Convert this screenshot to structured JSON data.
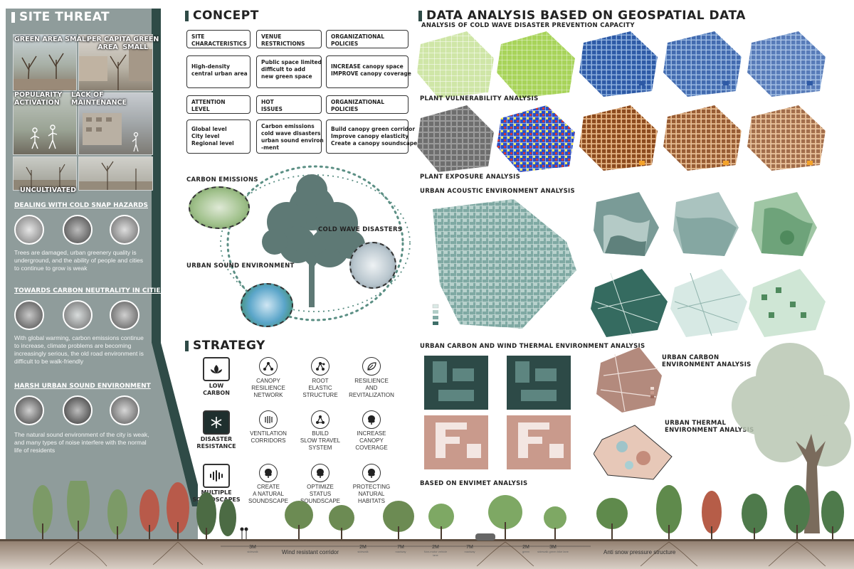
{
  "site_threat": {
    "title": "SITE THREAT",
    "photo_labels": {
      "green_area_small": "GREEN AREA SMALL",
      "per_capita_green": "PER CAPITA GREEN\nAREA  SMALL",
      "popularity": "POPULARITY\nACTIVATION",
      "lack_maintenance": "LACK OF\nMAINTENANCE",
      "uncultivated": "UNCULTIVATED"
    },
    "sections": [
      {
        "heading": "DEALING WITH COLD SNAP HAZARDS",
        "text": "Trees are damaged, urban greenery quality is underground, and the ability of people and cities to continue to grow is weak"
      },
      {
        "heading": "TOWARDS CARBON NEUTRALITY IN CITIES",
        "text": "With global warming, carbon emissions continue to increase, climate problems are becoming increasingly serious, the old road environment is difficult to be walk-friendly"
      },
      {
        "heading": "HARSH URBAN SOUND ENVIRONMENT",
        "text": "The natural sound environment of the city is weak, and many types of noise interfere with the normal life of residents"
      }
    ]
  },
  "concept": {
    "title": "CONCEPT",
    "boxes": {
      "site_characteristics": "SITE\nCHARACTERISTICS",
      "venue_restrictions": "VENUE\nRESTRICTIONS",
      "organizational_policies_1": "ORGANIZATIONAL\nPOLICIES",
      "high_density": "High-density\ncentral urban area",
      "public_space": "Public space limited\ndifficult to add\nnew green space",
      "increase_canopy": "INCREASE canopy space\nIMPROVE canopy coverage",
      "attention_level": "ATTENTION\nLEVEL",
      "hot_issues": "HOT\nISSUES",
      "organizational_policies_2": "ORGANIZATIONAL\nPOLICIES",
      "levels": "Global level\nCity level\nRegional level",
      "carbon_emissions_list": "Carbon emissions\ncold wave disasters\nurban sound environ\n-ment",
      "build_canopy": "Build canopy green corridor\nImprove canopy elasticity\nCreate a canopy soundscape"
    },
    "diagram_labels": {
      "carbon": "CARBON EMISSIONS",
      "cold_wave": "COLD WAVE DISASTERS",
      "sound": "URBAN SOUND ENVIRONMENT"
    }
  },
  "strategy": {
    "title": "STRATEGY",
    "rows": [
      {
        "main": "LOW\nCARBON",
        "items": [
          "CANOPY\nRESILIENCE\nNETWORK",
          "ROOT\nELASTIC\nSTRUCTURE",
          "RESILIENCE\nAND\nREVITALIZATION"
        ]
      },
      {
        "main": "DISASTER\nRESISTANCE",
        "items": [
          "VENTILATION\nCORRIDORS",
          "BUILD\nSLOW TRAVEL\nSYSTEM",
          "INCREASE\nCANOPY\nCOVERAGE"
        ]
      },
      {
        "main": "MULTIPLE\nSOUNDSCAPES",
        "items": [
          "CREATE\nA NATURAL\nSOUNDSCAPE",
          "OPTIMIZE\nSTATUS\nSOUNDSCAPE",
          "PROTECTING\nNATURAL\nHABITATS"
        ]
      }
    ]
  },
  "analysis": {
    "title": "DATA ANALYSIS BASED ON GEOSPATIAL DATA",
    "cold_wave": "ANALYSIS OF COLD WAVE DISASTER PREVENTION CAPACITY",
    "plant_vulnerability": "PLANT VULNERABILITY ANALYSIS",
    "plant_exposure": "PLANT EXPOSURE ANALYSIS",
    "acoustic": "URBAN ACOUSTIC ENVIRONMENT ANALYSIS",
    "carbon_wind": "URBAN CARBON AND WIND THERMAL ENVIRONMENT ANALYSIS",
    "urban_carbon": "URBAN CARBON\nENVIRONMENT ANALYSIS",
    "urban_thermal": "URBAN THERMAL\nENVIRONMENT ANALYSIS",
    "envimet": "BASED ON ENVIMET ANALYSIS"
  },
  "section_strip": {
    "labels": [
      "Wind resistant corridor",
      "Anti snow pressure structure"
    ],
    "dims": [
      {
        "value": "3M",
        "sub": "sidewalk"
      },
      {
        "value": "2M",
        "sub": "sidewalk"
      },
      {
        "value": "7M",
        "sub": "roadway"
      },
      {
        "value": "2M",
        "sub": "Non-motor vehicle lane"
      },
      {
        "value": "7M",
        "sub": "roadway"
      },
      {
        "value": "2M",
        "sub": "green"
      },
      {
        "value": "3M",
        "sub": "sidewalk green bike lane"
      }
    ]
  },
  "colors": {
    "panel": "#8f9c9b",
    "panel_dark": "#2f4b47",
    "accent": "#5b8f84"
  }
}
